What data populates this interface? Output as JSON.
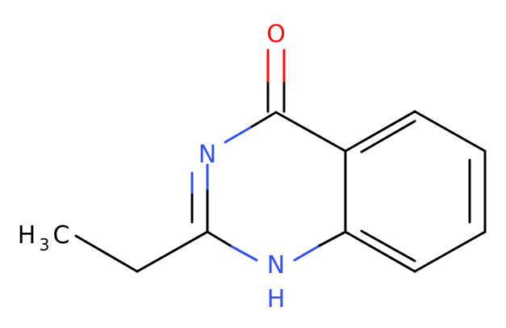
{
  "molecule": {
    "colors": {
      "carbon_bond": "#000000",
      "nitrogen": "#3050f8",
      "oxygen": "#ff0d0d"
    },
    "atoms": {
      "oxygen": "O",
      "nitrogen_imine": "N",
      "nitrogen_amine": "N",
      "amine_hydrogen": "H",
      "methyl_h": "H",
      "methyl_subscript": "3",
      "methyl_c": "C"
    }
  }
}
